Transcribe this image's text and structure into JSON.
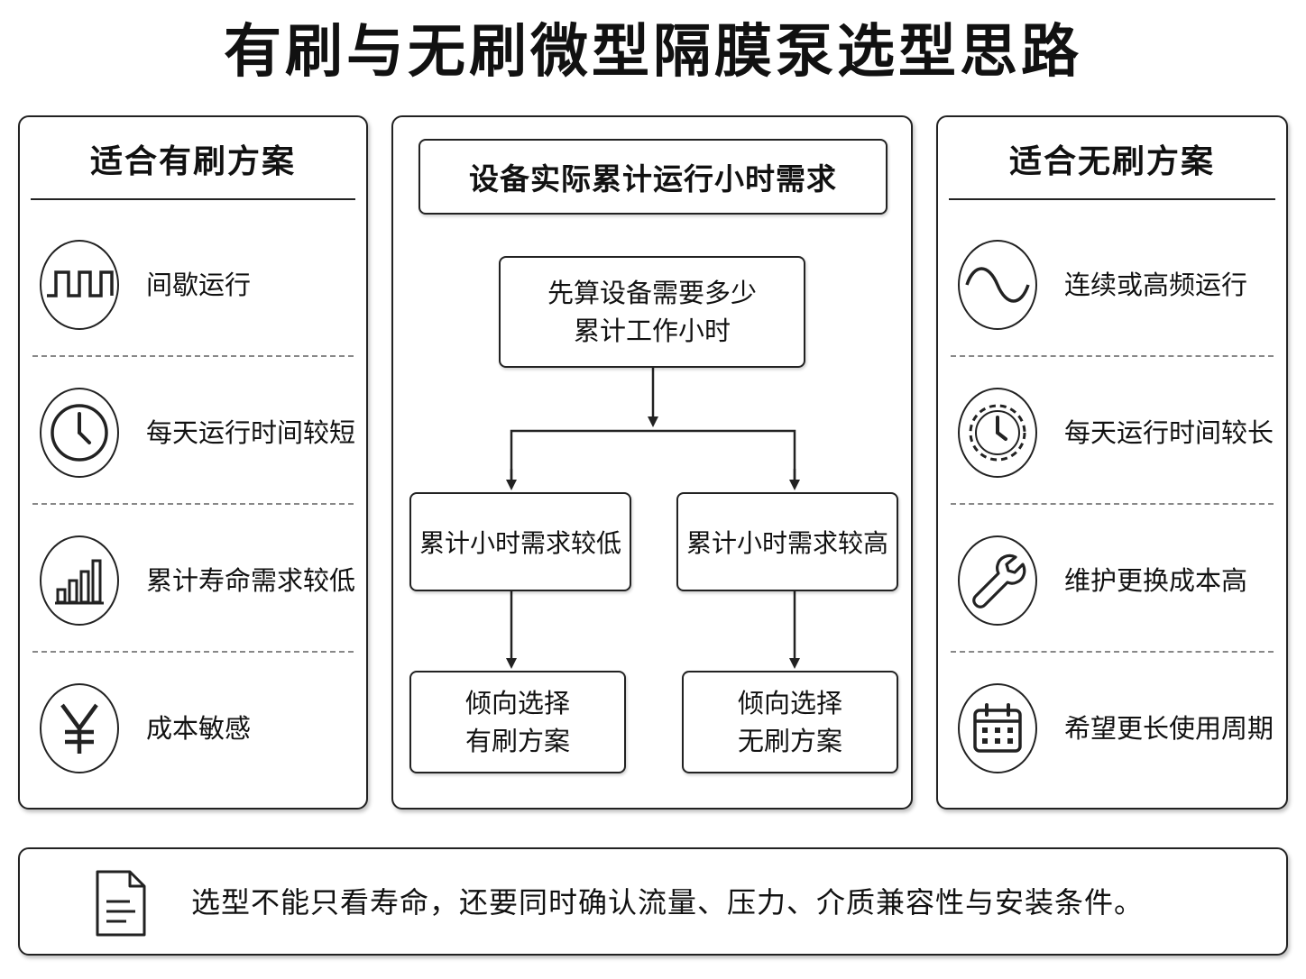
{
  "title": "有刷与无刷微型隔膜泵选型思路",
  "left_panel": {
    "heading": "适合有刷方案",
    "items": [
      {
        "icon": "square-wave-icon",
        "label": "间歇运行"
      },
      {
        "icon": "clock-icon",
        "label": "每天运行时间较短"
      },
      {
        "icon": "bar-chart-icon",
        "label": "累计寿命需求较低"
      },
      {
        "icon": "yen-icon",
        "label": "成本敏感"
      }
    ]
  },
  "center_panel": {
    "heading": "设备实际累计运行小时需求",
    "start": {
      "line1": "先算设备需要多少",
      "line2": "累计工作小时"
    },
    "branch_low": "累计小时需求较低",
    "branch_high": "累计小时需求较高",
    "result_brushed": {
      "line1": "倾向选择",
      "line2": "有刷方案"
    },
    "result_brushless": {
      "line1": "倾向选择",
      "line2": "无刷方案"
    }
  },
  "right_panel": {
    "heading": "适合无刷方案",
    "items": [
      {
        "icon": "sine-wave-icon",
        "label": "连续或高频运行"
      },
      {
        "icon": "dashed-clock-icon",
        "label": "每天运行时间较长"
      },
      {
        "icon": "wrench-icon",
        "label": "维护更换成本高"
      },
      {
        "icon": "calendar-icon",
        "label": "希望更长使用周期"
      }
    ]
  },
  "footer": {
    "icon": "document-icon",
    "note": "选型不能只看寿命，还要同时确认流量、压力、介质兼容性与安装条件。"
  }
}
